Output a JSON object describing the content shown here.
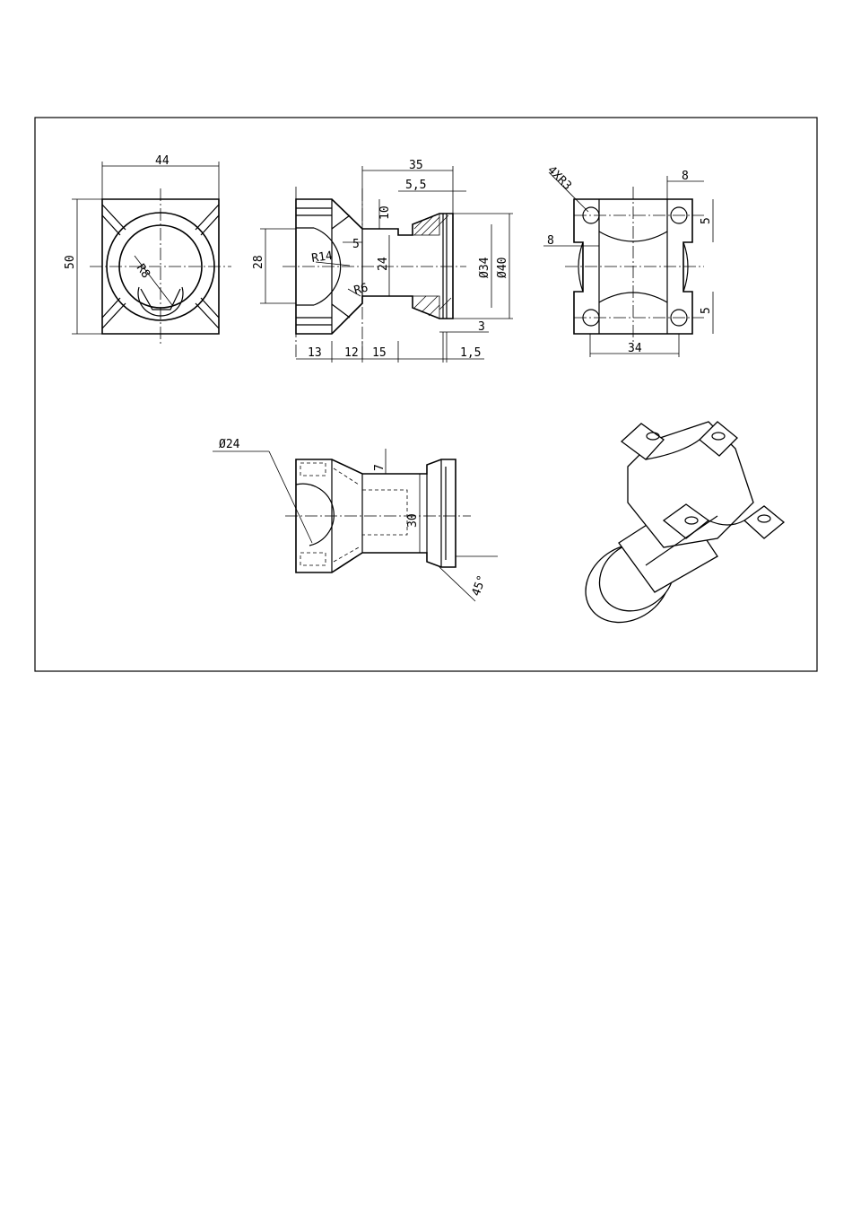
{
  "drawing": {
    "front": {
      "width": "44",
      "height": "50",
      "radius": "R8"
    },
    "section": {
      "total_length": "35",
      "step": "5,5",
      "depth": "10",
      "bore": "28",
      "inner_radius": "R14",
      "offset": "5",
      "neck": "24",
      "fillet": "R6",
      "dia_small": "Ø34",
      "dia_large": "Ø40",
      "flange": "3",
      "seg1": "13",
      "seg2": "12",
      "seg3": "15",
      "seg4": "1,5"
    },
    "top": {
      "holes": "4XR3",
      "edge": "8",
      "edge2": "8",
      "gap1": "5",
      "gap2": "5",
      "span": "34"
    },
    "bottom": {
      "dia": "Ø24",
      "depth": "7",
      "height": "30",
      "chamfer": "45°"
    }
  }
}
